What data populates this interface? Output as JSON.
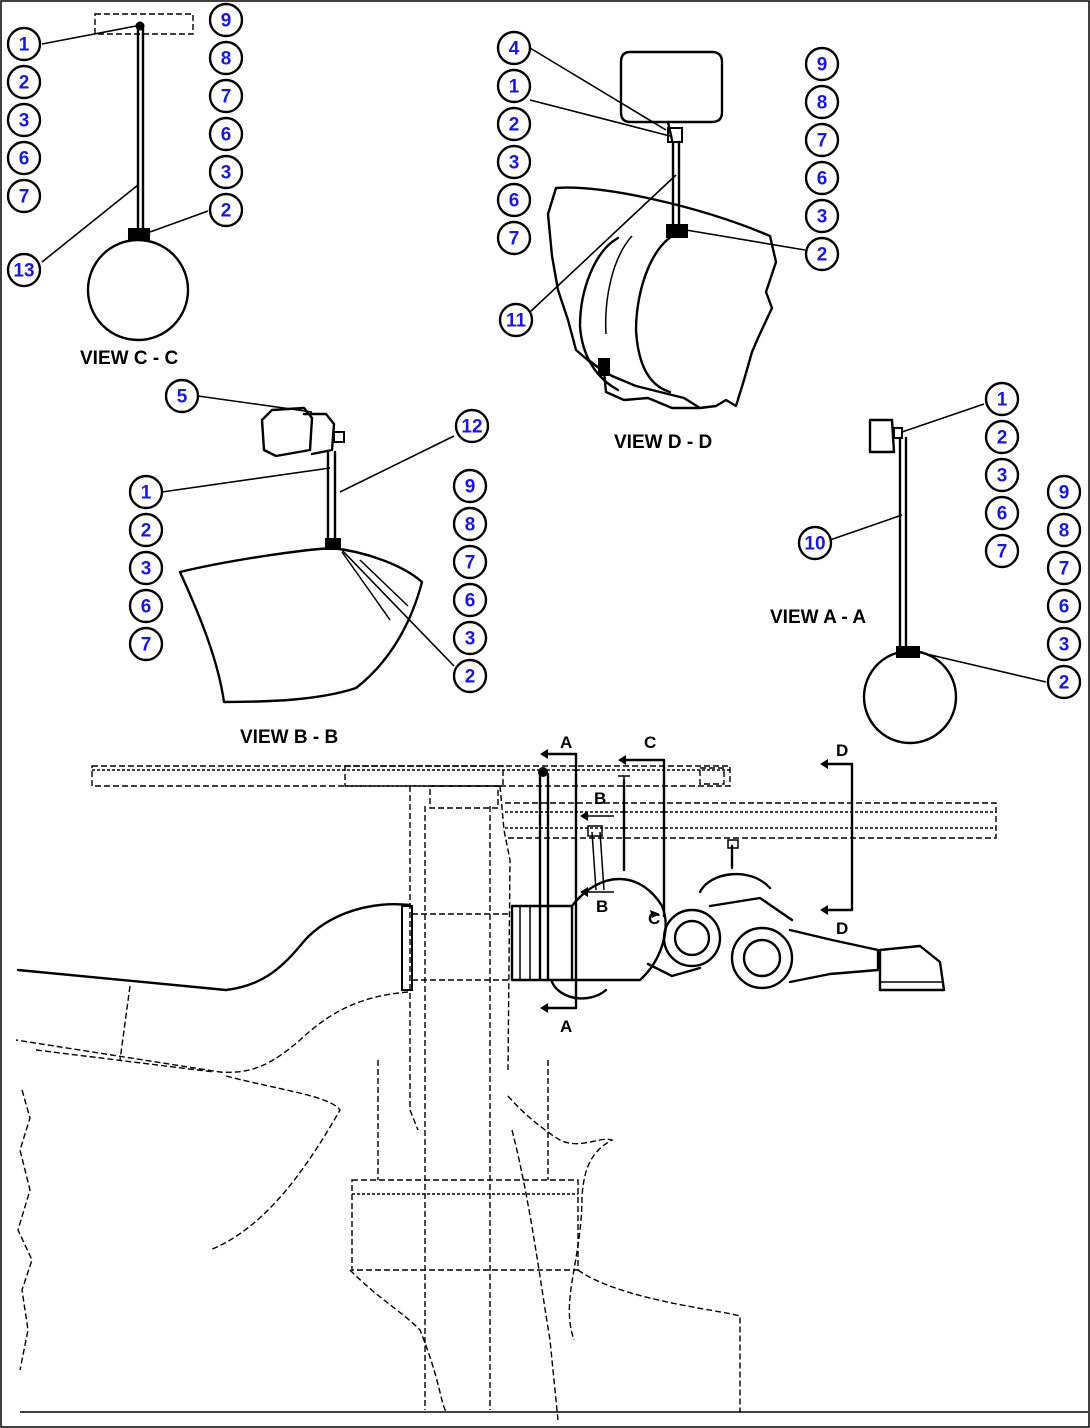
{
  "views": [
    {
      "id": "view-c",
      "label": "VIEW C - C",
      "left_column": [
        "1",
        "2",
        "3",
        "6",
        "7"
      ],
      "right_column": [
        "9",
        "8",
        "7",
        "6",
        "3",
        "2"
      ],
      "callouts": [
        "13"
      ]
    },
    {
      "id": "view-d",
      "label": "VIEW D - D",
      "left_column": [
        "4",
        "1",
        "2",
        "3",
        "6",
        "7"
      ],
      "right_column": [
        "9",
        "8",
        "7",
        "6",
        "3",
        "2"
      ],
      "callouts": [
        "11"
      ]
    },
    {
      "id": "view-b",
      "label": "VIEW B - B",
      "left_column": [
        "5",
        "1",
        "2",
        "3",
        "6",
        "7"
      ],
      "right_column": [
        "12",
        "9",
        "8",
        "7",
        "6",
        "3",
        "2"
      ],
      "callouts": []
    },
    {
      "id": "view-a",
      "label": "VIEW A - A",
      "left_column": [
        "1",
        "2",
        "3",
        "6",
        "7"
      ],
      "right_column": [
        "9",
        "8",
        "7",
        "6",
        "3",
        "2"
      ],
      "callouts": [
        "10"
      ]
    }
  ],
  "section_markers": {
    "a_top": "A",
    "a_bottom": "A",
    "b_top": "B",
    "b_bottom": "B",
    "c_top": "C",
    "c_bottom": "C",
    "d_top": "D",
    "d_bottom": "D"
  },
  "colors": {
    "callout_text": "#1a1ad6",
    "line": "#000000",
    "background": "#ffffff"
  }
}
